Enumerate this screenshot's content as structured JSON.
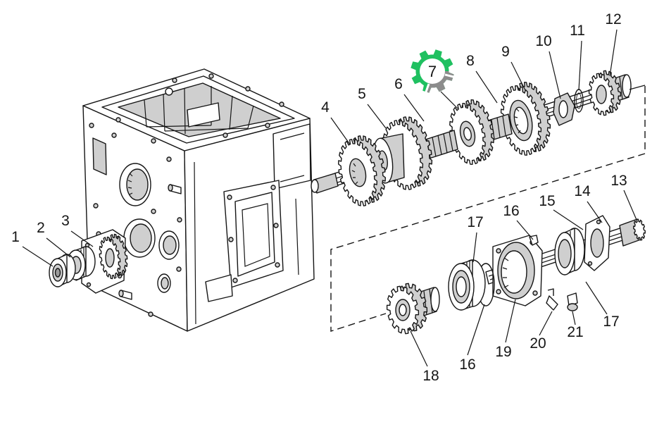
{
  "callouts": [
    "1",
    "2",
    "3",
    "4",
    "5",
    "6",
    "7",
    "8",
    "9",
    "10",
    "11",
    "12",
    "13",
    "14",
    "15",
    "16",
    "17",
    "17",
    "16",
    "18",
    "19",
    "20",
    "21"
  ],
  "highlight": {
    "icon": "gear-icon",
    "colors": {
      "ring": "#1fc060",
      "segment": "#8c8c8c"
    }
  }
}
